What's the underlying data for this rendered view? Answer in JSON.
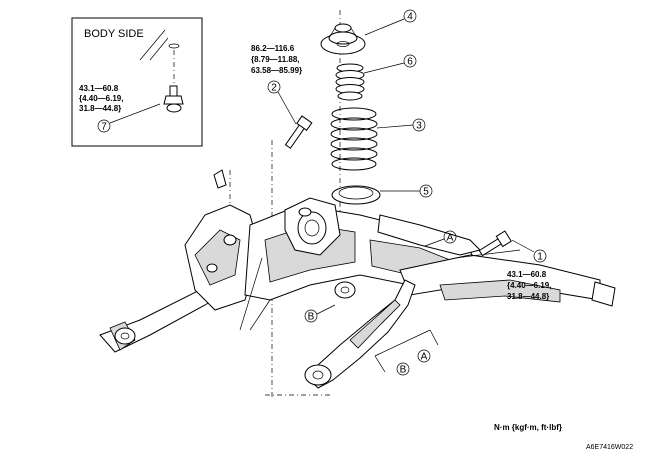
{
  "inset": {
    "title": "BODY SIDE"
  },
  "torques": {
    "t2": [
      "86.2—116.6",
      "{8.79—11.88,",
      "63.58—85.99}"
    ],
    "t7": [
      "43.1—60.8",
      "{4.40—6.19,",
      "31.8—44.8}"
    ],
    "t1": [
      "43.1—60.8",
      "{4.40—6.19,",
      "31.8—44.8}"
    ]
  },
  "callouts": {
    "c1": "1",
    "c2": "2",
    "c3": "3",
    "c4": "4",
    "c5": "5",
    "c6": "6",
    "c7": "7"
  },
  "points": {
    "a_upper": "A",
    "a_lower": "A",
    "b_left": "B",
    "b_lower": "B"
  },
  "units": "N·m {kgf·m, ft·lbf}",
  "figure_code": "A6E7416W022"
}
